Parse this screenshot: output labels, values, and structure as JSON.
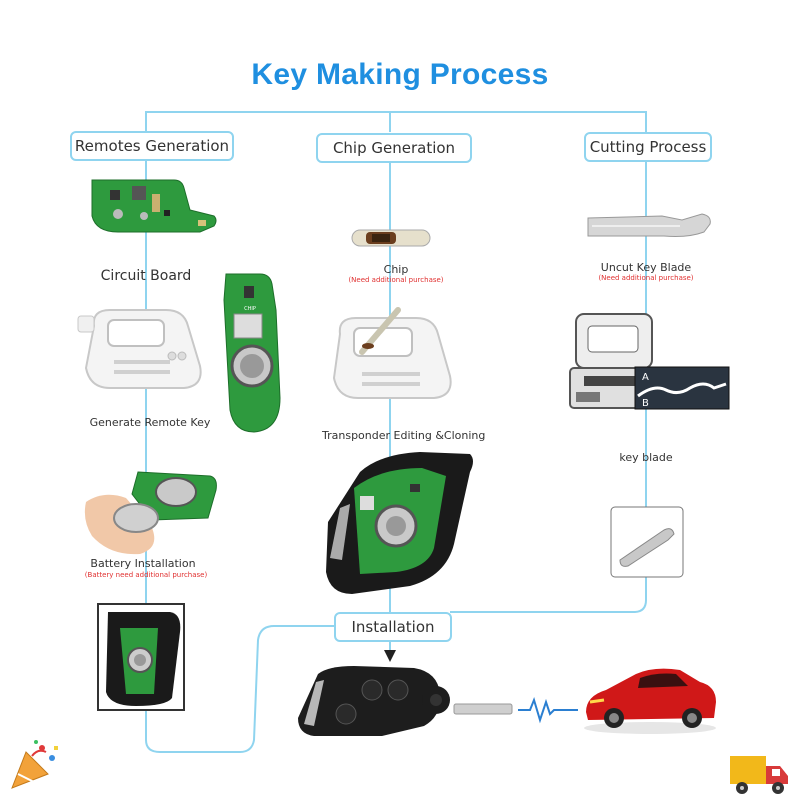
{
  "title": "Key Making Process",
  "headers": {
    "remotes": "Remotes Generation",
    "chip": "Chip Generation",
    "cutting": "Cutting Process"
  },
  "labels": {
    "circuit_board": "Circuit Board",
    "generate_remote_key": "Generate Remote Key",
    "battery_installation": "Battery Installation",
    "battery_note": "(Battery need additional purchase)",
    "chip": "Chip",
    "chip_note": "(Need additional purchase)",
    "transponder": "Transponder Editing &Cloning",
    "uncut_blade": "Uncut Key  Blade",
    "uncut_note": "(Need additional purchase)",
    "key_blade": "key blade",
    "installation": "Installation",
    "cutter_a": "A",
    "cutter_b": "B"
  },
  "colors": {
    "title": "#1f8fe0",
    "line": "#8fd4ef",
    "pcb": "#2e9a3e",
    "note": "#e03030",
    "car": "#d01818"
  }
}
